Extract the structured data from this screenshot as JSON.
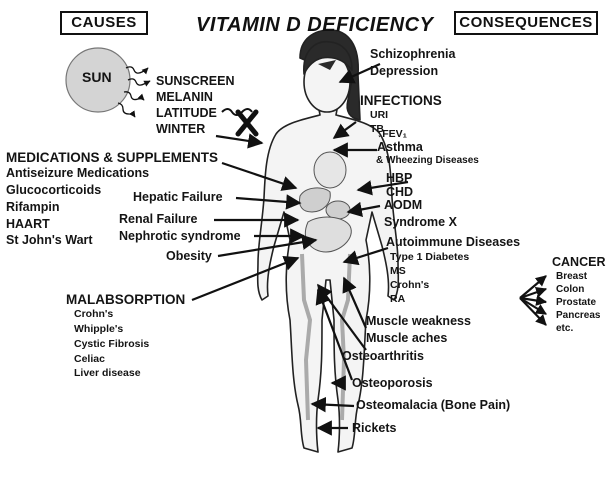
{
  "header": {
    "title": "VITAMIN D DEFICIENCY",
    "causes_label": "CAUSES",
    "consequences_label": "CONSEQUENCES"
  },
  "sun": {
    "label": "SUN",
    "blockers": [
      "SUNSCREEN",
      "MELANIN",
      "LATITUDE",
      "WINTER"
    ]
  },
  "medications": {
    "heading": "MEDICATIONS & SUPPLEMENTS",
    "items": [
      "Antiseizure Medications",
      "Glucocorticoids",
      "Rifampin",
      "HAART",
      "St John's Wart"
    ]
  },
  "organ_causes": {
    "hepatic": "Hepatic Failure",
    "renal": "Renal  Failure",
    "nephrotic": "Nephrotic syndrome",
    "obesity": "Obesity"
  },
  "malabsorption": {
    "heading": "MALABSORPTION",
    "items": [
      "Crohn's",
      "Whipple's",
      "Cystic Fibrosis",
      "Celiac",
      "Liver disease"
    ]
  },
  "consequences": {
    "psych": [
      "Schizophrenia",
      "Depression"
    ],
    "infections": {
      "heading": "INFECTIONS",
      "items": [
        "URI",
        "TB"
      ]
    },
    "lung": {
      "fev": "↓FEV₁",
      "asthma": "Asthma",
      "wheezing": "& Wheezing Diseases"
    },
    "cardio": [
      "HBP",
      "CHD"
    ],
    "metabolic": [
      "AODM",
      "Syndrome X"
    ],
    "autoimmune": {
      "heading": "Autoimmune Diseases",
      "items": [
        "Type 1 Diabetes",
        "MS",
        "Crohn's",
        "RA"
      ]
    },
    "muscle": [
      "Muscle weakness",
      "Muscle aches"
    ],
    "bone": [
      "Osteoarthritis",
      "Osteoporosis",
      "Osteomalacia (Bone Pain)",
      "Rickets"
    ]
  },
  "cancer": {
    "heading": "CANCER",
    "items": [
      "Breast",
      "Colon",
      "Prostate",
      "Pancreas",
      "etc."
    ]
  }
}
